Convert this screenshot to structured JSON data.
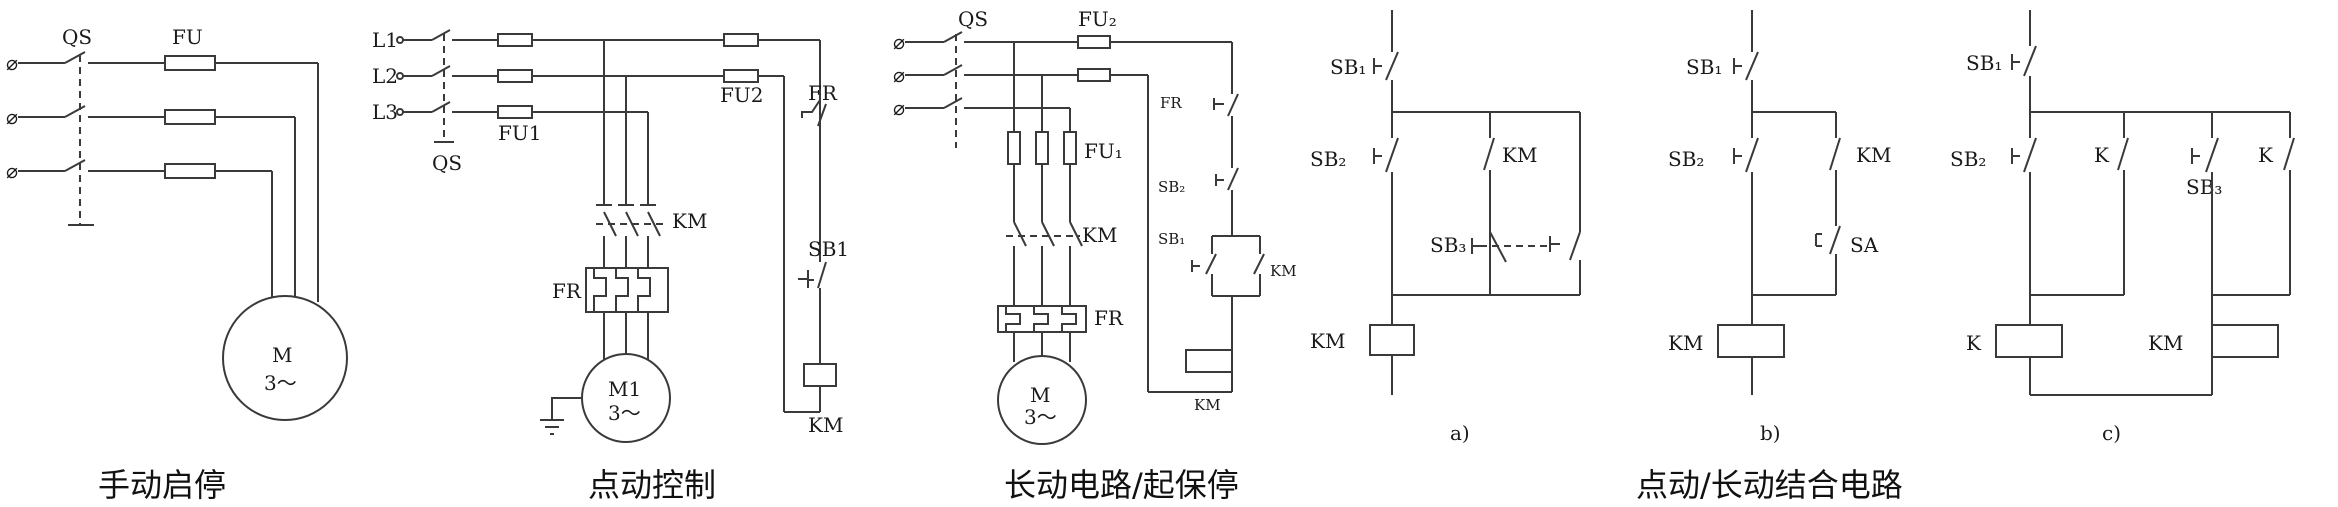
{
  "captions": {
    "manual": "手动启停",
    "jog": "点动控制",
    "continuous": "长动电路/起保停",
    "combined": "点动/长动结合电路"
  },
  "panel1": {
    "qs": "QS",
    "fu": "FU",
    "motor_m": "M",
    "motor_phase": "3～"
  },
  "panel2": {
    "l1": "L1",
    "l2": "L2",
    "l3": "L3",
    "qs": "QS",
    "fu1": "FU1",
    "fu2": "FU2",
    "km_main": "KM",
    "fr_main": "FR",
    "motor_m": "M1",
    "motor_phase": "3～",
    "fr_ctrl": "FR",
    "sb1": "SB1",
    "km_coil": "KM"
  },
  "panel3": {
    "qs": "QS",
    "fu2": "FU₂",
    "fu1": "FU₁",
    "km_main": "KM",
    "fr_main": "FR",
    "motor_m": "M",
    "motor_phase": "3～",
    "fr_ctrl": "FR",
    "sb2": "SB₂",
    "sb1": "SB₁",
    "km_aux": "KM",
    "km_coil": "KM"
  },
  "panel4a": {
    "sb1": "SB₁",
    "sb2": "SB₂",
    "km_aux": "KM",
    "sb3": "SB₃",
    "km_coil": "KM",
    "sub": "a)"
  },
  "panel4b": {
    "sb1": "SB₁",
    "sb2": "SB₂",
    "km_aux": "KM",
    "sa": "SA",
    "km_coil": "KM",
    "sub": "b)"
  },
  "panel4c": {
    "sb1": "SB₁",
    "sb2": "SB₂",
    "k1": "K",
    "sb3": "SB₃",
    "k2": "K",
    "k_coil": "K",
    "km_coil": "KM",
    "sub": "c)"
  }
}
